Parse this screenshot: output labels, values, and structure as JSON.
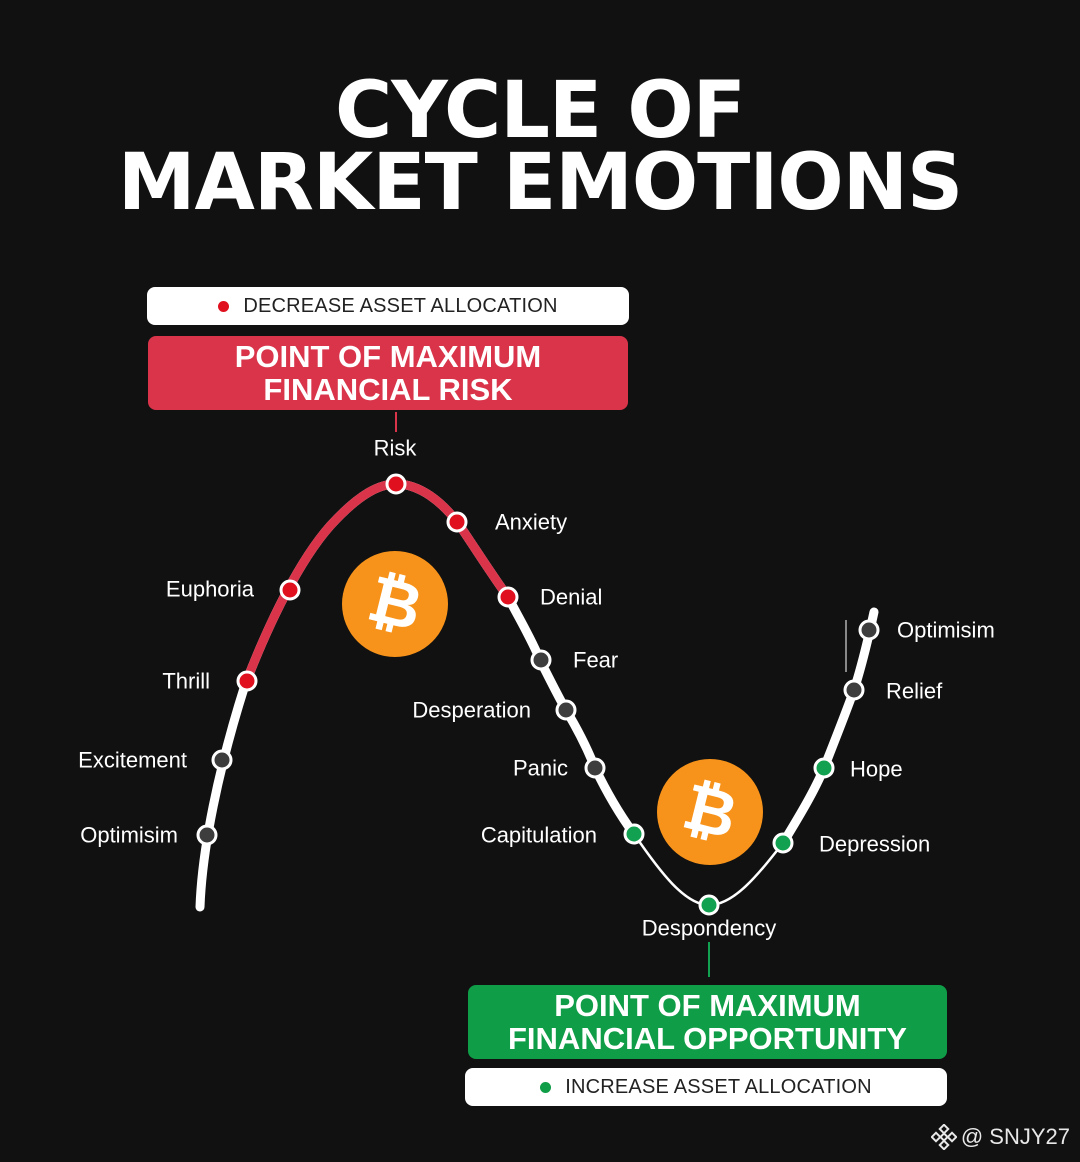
{
  "title": {
    "line1": "CYCLE OF",
    "line2": "MARKET EMOTIONS"
  },
  "top_pill": {
    "text": "DECREASE ASSET ALLOCATION",
    "dot_color": "#e0101e"
  },
  "risk_banner": {
    "line1": "POINT OF MAXIMUM",
    "line2": "FINANCIAL RISK",
    "color": "#d9344a"
  },
  "opportunity_banner": {
    "line1": "POINT OF MAXIMUM",
    "line2": "FINANCIAL OPPORTUNITY",
    "color": "#0f9d48"
  },
  "bottom_pill": {
    "text": "INCREASE ASSET ALLOCATION",
    "dot_color": "#0f9d48"
  },
  "colors": {
    "background": "#111111",
    "curve": "#ffffff",
    "risk_curve": "#d9344a",
    "marker_red": "#e0101e",
    "marker_gray": "#3d3d3d",
    "marker_green": "#12a150",
    "bitcoin_orange": "#f7931a"
  },
  "stages": [
    {
      "label": "Optimisim",
      "zone": "gray"
    },
    {
      "label": "Excitement",
      "zone": "gray"
    },
    {
      "label": "Thrill",
      "zone": "red"
    },
    {
      "label": "Euphoria",
      "zone": "red"
    },
    {
      "label": "Risk",
      "zone": "red"
    },
    {
      "label": "Anxiety",
      "zone": "red"
    },
    {
      "label": "Denial",
      "zone": "red"
    },
    {
      "label": "Fear",
      "zone": "gray"
    },
    {
      "label": "Desperation",
      "zone": "gray"
    },
    {
      "label": "Panic",
      "zone": "gray"
    },
    {
      "label": "Capitulation",
      "zone": "green"
    },
    {
      "label": "Despondency",
      "zone": "green"
    },
    {
      "label": "Depression",
      "zone": "green"
    },
    {
      "label": "Hope",
      "zone": "green"
    },
    {
      "label": "Relief",
      "zone": "gray"
    },
    {
      "label": "Optimisim",
      "zone": "gray"
    }
  ],
  "icons": {
    "bitcoin": "bitcoin-icon",
    "watermark": "binance-icon"
  },
  "watermark": {
    "text": "@ SNJY27"
  }
}
